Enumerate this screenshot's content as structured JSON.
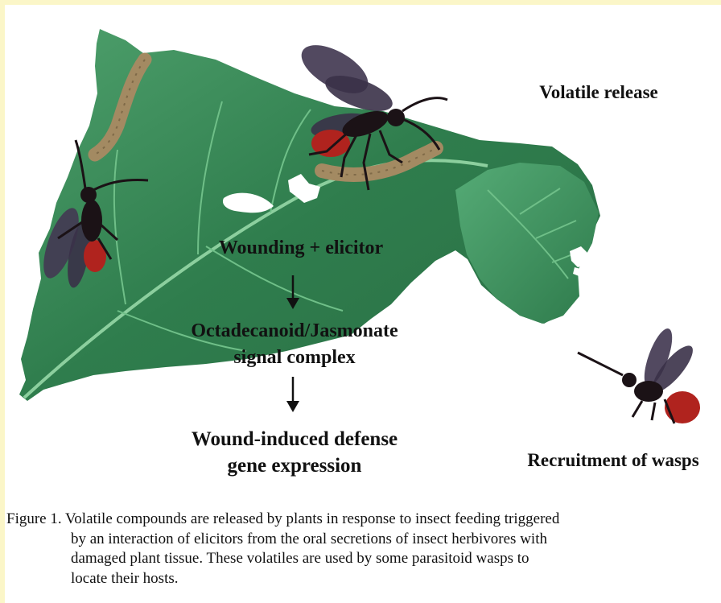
{
  "labels": {
    "volatile_release": "Volatile release",
    "wounding": "Wounding",
    "plus_elicitor": "+ elicitor",
    "octadecanoid_line1": "Octadecanoid/Jasmonate",
    "octadecanoid_line2": "signal complex",
    "defense_line1": "Wound-induced defense",
    "defense_line2": "gene expression",
    "recruitment": "Recruitment of wasps"
  },
  "caption": {
    "line1": "Figure 1. Volatile compounds are released by plants in response to insect feeding triggered",
    "line2": "by an interaction of elicitors from the oral secretions of insect herbivores with",
    "line3": "damaged plant tissue. These volatiles are used by some  parasitoid wasps to",
    "line4": "locate their hosts."
  },
  "colors": {
    "background": "#fbf6c8",
    "leaf_dark": "#2f7a4a",
    "leaf_light": "#4fa772",
    "caterpillar": "#a38a62",
    "wasp_body": "#1b1216",
    "wasp_abdomen": "#b0231e",
    "wing": "#433a52"
  },
  "icons": [
    "leaf-illustration",
    "wasp-icon",
    "caterpillar-icon",
    "arrow-down-icon"
  ]
}
